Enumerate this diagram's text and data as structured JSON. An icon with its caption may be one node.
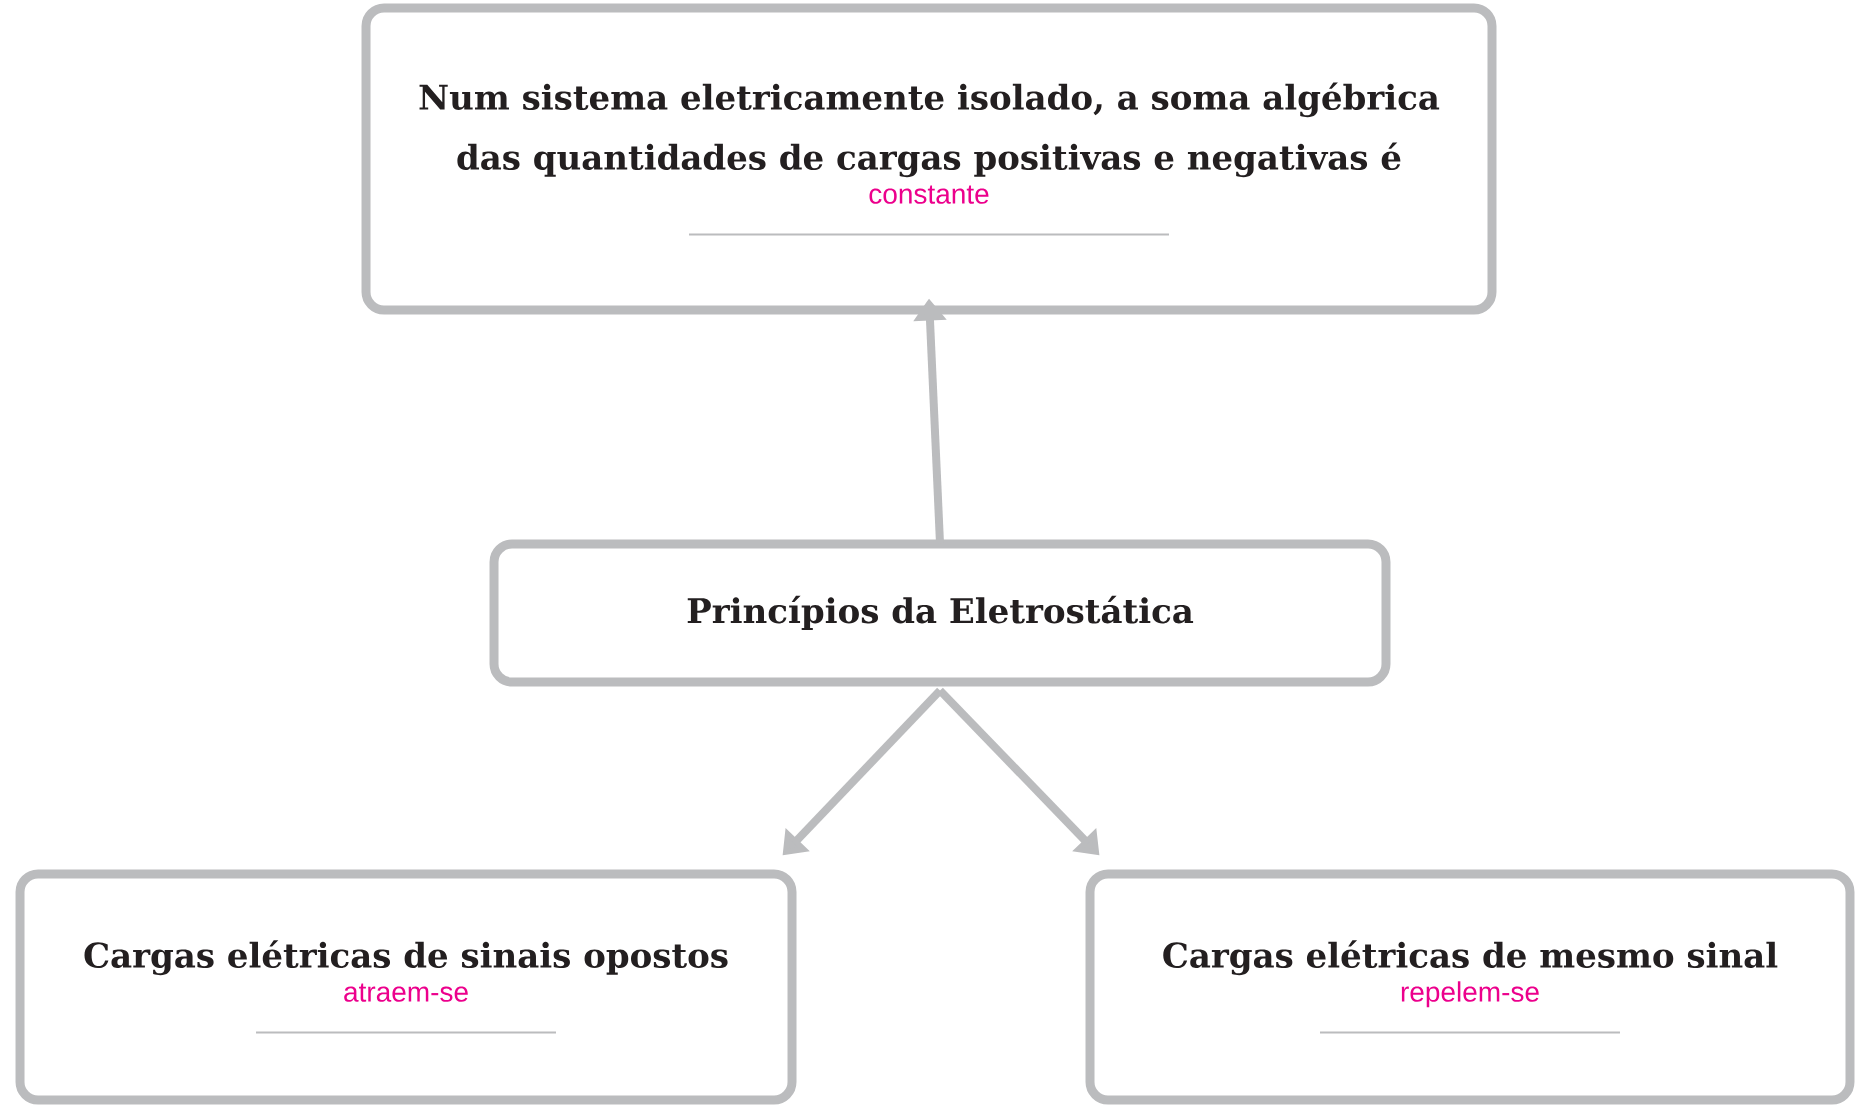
{
  "diagram": {
    "nodes": [
      {
        "text": [
          "Num sistema eletricamente isolado, a soma algébrica das quantidades de cargas positivas e negativas é",
          "constante"
        ]
      },
      {
        "text": [
          "Princípios da Eletrostática"
        ]
      },
      {
        "text": [
          "Cargas elétricas de sinais opostos",
          "atraem-se"
        ]
      },
      {
        "text": [
          "Cargas elétricas de mesmo sinal",
          "repelem-se"
        ]
      }
    ],
    "edges": [
      {
        "from": 1,
        "to": 0,
        "arrow": "to"
      },
      {
        "from": 1,
        "to": 2,
        "arrow": "to"
      },
      {
        "from": 1,
        "to": 3,
        "arrow": "to"
      }
    ]
  }
}
